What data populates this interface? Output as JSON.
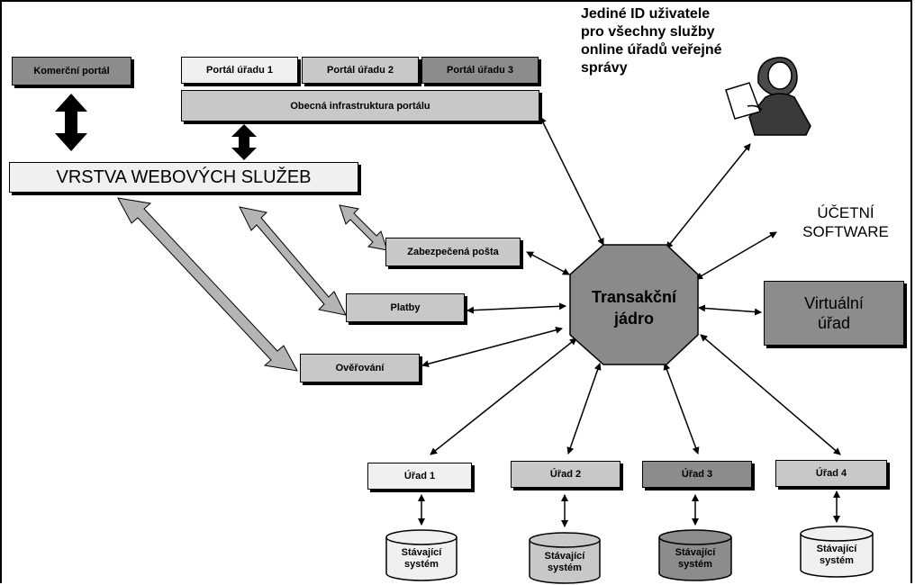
{
  "nodes": {
    "commercial_portal": "Komerční portál",
    "portal_1": "Portál úřadu 1",
    "portal_2": "Portál úřadu 2",
    "portal_3": "Portál úřadu 3",
    "portal_infrastructure": "Obecná infrastruktura portálu",
    "web_services_layer": "VRSTVA WEBOVÝCH SLUŽEB",
    "secure_mail": "Zabezpečená pošta",
    "payments": "Platby",
    "authentication": "Ověřování",
    "core_line1": "Transakční",
    "core_line2": "jádro",
    "virtual_office_line1": "Virtuální",
    "virtual_office_line2": "úřad",
    "accounting_line1": "ÚČETNÍ",
    "accounting_line2": "SOFTWARE",
    "office_1": "Úřad 1",
    "office_2": "Úřad 2",
    "office_3": "Úřad 3",
    "office_4": "Úřad 4",
    "legacy_line1": "Stávající",
    "legacy_line2": "systém"
  },
  "caption": {
    "line1": "Jediné ID uživatele",
    "line2": "pro všechny služby",
    "line3": "online úřadů veřejné",
    "line4": "správy"
  },
  "colors": {
    "light": "#f0f0f0",
    "mid": "#c8c8c8",
    "dark": "#8c8c8c",
    "core": "#8a8a8a",
    "arrow_gray": "#b4b4b4",
    "black": "#000000"
  }
}
